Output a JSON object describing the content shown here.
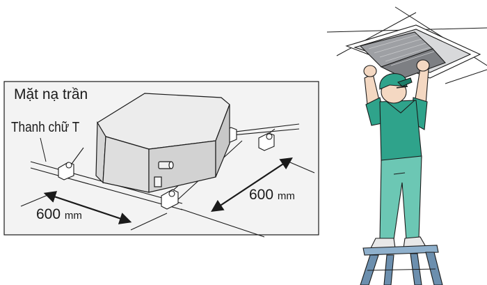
{
  "labels": {
    "ceiling_panel": "Mặt nạ trần",
    "t_bar": "Thanh chữ T",
    "width_value": "600",
    "depth_value": "600",
    "unit": "mm"
  },
  "colors": {
    "panel_bg": "#f2f2f2",
    "unit_body": "#dcdcdc",
    "unit_top": "#e9e9e9",
    "outline": "#1a1a1a",
    "worker_green": "#2fa38b",
    "worker_shadow": "#1e7d68",
    "grille_dark": "#8a8c90",
    "ladder_blue": "#6c8fae"
  },
  "icons": [
    "double-arrow-icon",
    "leader-line-icon"
  ]
}
